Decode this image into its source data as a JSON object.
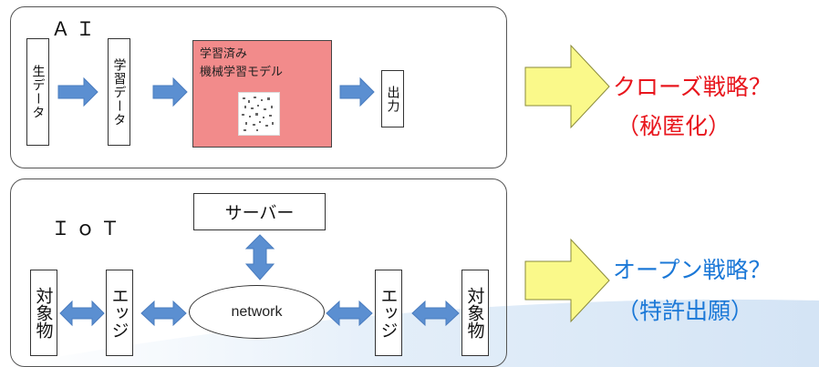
{
  "colors": {
    "arrow_blue": "#5b8fd1",
    "arrow_yellow": "#faf98a",
    "model_box": "#f28b8b",
    "closed_text": "#e8161d",
    "open_text": "#1b78d7"
  },
  "ai_section": {
    "label": "ＡＩ",
    "raw_data": "生データ",
    "training_data": "学習データ",
    "model_line1": "学習済み",
    "model_line2": "機械学習モデル",
    "output": "出力"
  },
  "iot_section": {
    "label": "ＩｏＴ",
    "server": "サーバー",
    "network": "network",
    "left_object": "対象物",
    "left_edge": "エッジ",
    "right_edge": "エッジ",
    "right_object": "対象物"
  },
  "results": {
    "closed_title": "クローズ戦略？",
    "closed_sub": "（秘匿化）",
    "open_title": "オープン戦略？",
    "open_sub": "（特許出願）"
  }
}
